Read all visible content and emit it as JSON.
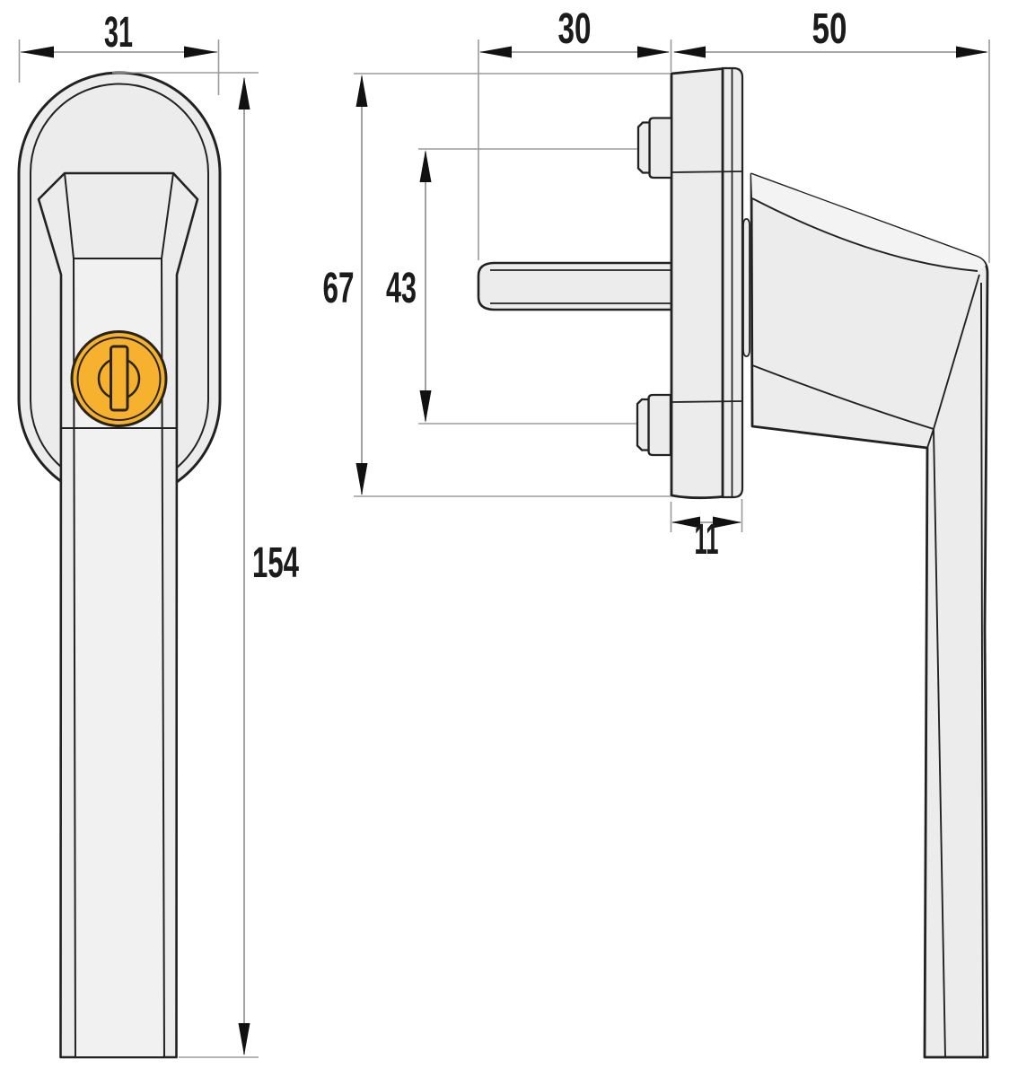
{
  "drawing": {
    "title": "window-handle-technical-drawing",
    "dimensions": {
      "rosette_width": "31",
      "spindle_length": "30",
      "grip_depth": "50",
      "plate_height": "67",
      "screw_spacing": "43",
      "handle_length": "154",
      "plate_thickness": "11"
    },
    "colors": {
      "cylinder_yellow": "#F6B22E",
      "body_fill": "#ECECEC",
      "outline": "#222222",
      "dimension_gray": "#8A8A8A"
    }
  }
}
